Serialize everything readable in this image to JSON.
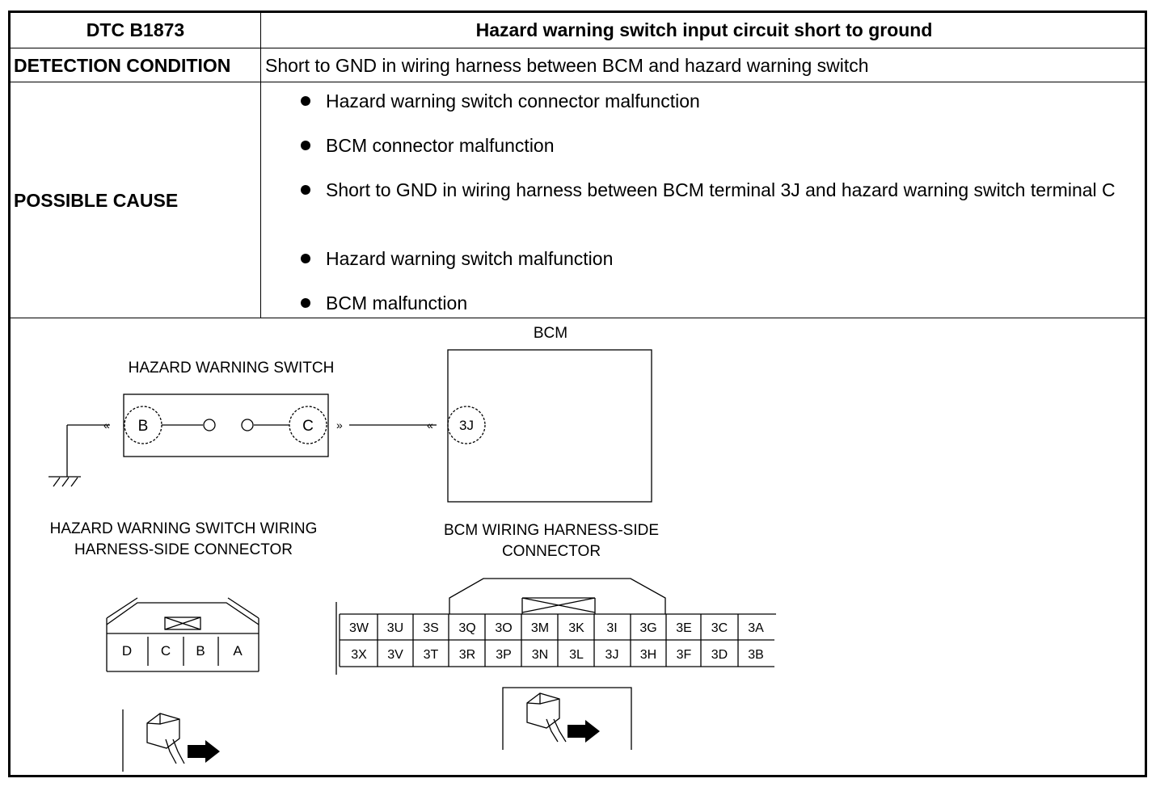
{
  "table": {
    "dtc_label": "DTC B1873",
    "dtc_title": "Hazard warning switch input circuit short to ground",
    "detection_label": "DETECTION CONDITION",
    "detection_value": "Short to GND in wiring harness between BCM and hazard warning switch",
    "cause_label": "POSSIBLE CAUSE",
    "causes": [
      "Hazard warning switch connector malfunction",
      "BCM connector malfunction",
      "Short to GND in wiring harness between BCM terminal 3J and hazard warning switch terminal C",
      "Hazard warning switch malfunction",
      "BCM malfunction"
    ]
  },
  "diagram": {
    "bcm_label": "BCM",
    "switch_label": "HAZARD WARNING SWITCH",
    "switch_terminals": [
      "B",
      "C"
    ],
    "bcm_terminal": "3J",
    "switch_connector_label_1": "HAZARD WARNING SWITCH WIRING",
    "switch_connector_label_2": "HARNESS-SIDE CONNECTOR",
    "bcm_connector_label_1": "BCM WIRING HARNESS-SIDE",
    "bcm_connector_label_2": "CONNECTOR",
    "switch_connector_pins": [
      "D",
      "C",
      "B",
      "A"
    ],
    "bcm_connector_row1": [
      "3W",
      "3U",
      "3S",
      "3Q",
      "3O",
      "3M",
      "3K",
      "3I",
      "3G",
      "3E",
      "3C",
      "3A"
    ],
    "bcm_connector_row2": [
      "3X",
      "3V",
      "3T",
      "3R",
      "3P",
      "3N",
      "3L",
      "3J",
      "3H",
      "3F",
      "3D",
      "3B"
    ]
  }
}
